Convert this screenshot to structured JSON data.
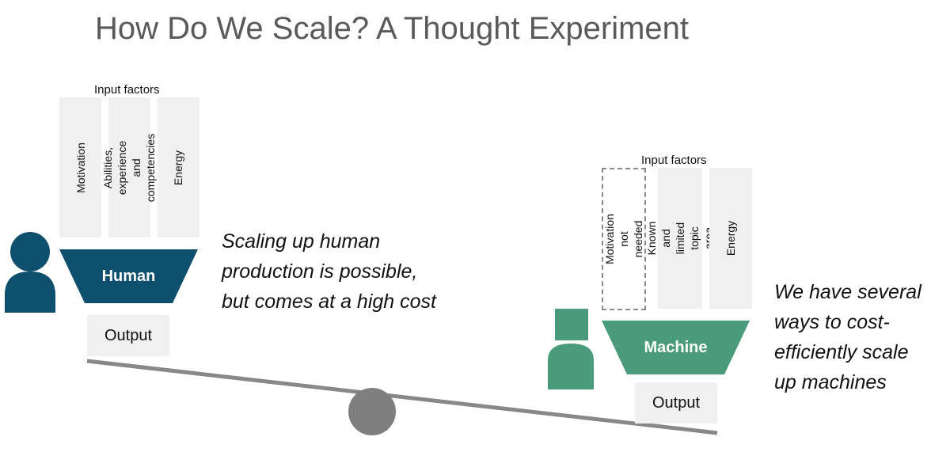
{
  "title": "How Do We Scale? A Thought Experiment",
  "human": {
    "input_label": "Input factors",
    "factors": [
      "Motivation",
      "Abilities, experience\nand competencies",
      "Energy"
    ],
    "funnel_label": "Human",
    "output_label": "Output",
    "note": "Scaling up human\nproduction is possible,\nbut comes at a high cost",
    "color": "#0e4f6e"
  },
  "machine": {
    "input_label": "Input factors",
    "factors": [
      "Motivation not\nneeded",
      "Known and limited\ntopic area",
      "Energy"
    ],
    "funnel_label": "Machine",
    "output_label": "Output",
    "note": "We have several\nways to cost-\nefficiently scale\nup machines",
    "color": "#4a9a7c"
  },
  "colors": {
    "beam": "#888888",
    "fulcrum": "#7f7f7f",
    "factor_bg": "#f0f0f0"
  }
}
